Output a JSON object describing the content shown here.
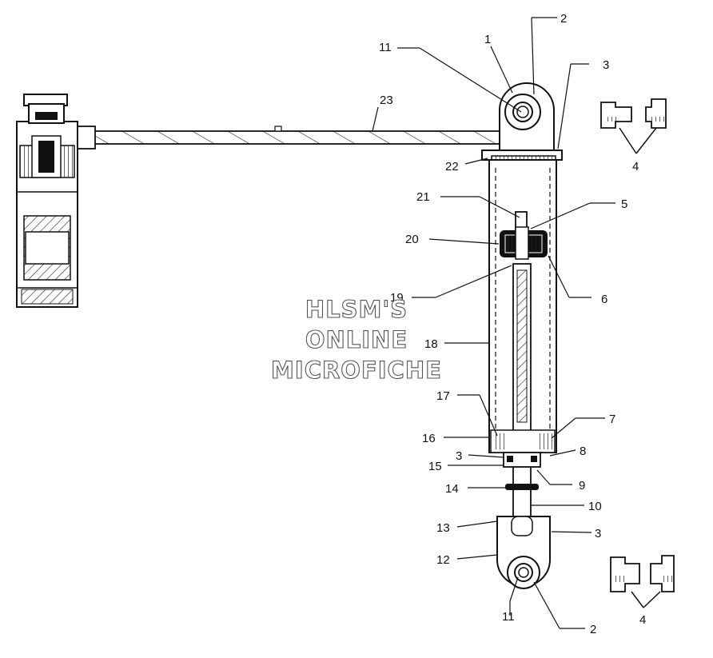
{
  "watermark": {
    "line1": "HLSM'S",
    "line2": "ONLINE",
    "line3": "MICROFICHE"
  },
  "callouts": {
    "c1": "1",
    "c2_top": "2",
    "c2_bottom": "2",
    "c3_top": "3",
    "c3_mid": "3",
    "c3_lower": "3",
    "c4_top": "4",
    "c4_bottom": "4",
    "c5": "5",
    "c6": "6",
    "c7": "7",
    "c8": "8",
    "c9": "9",
    "c10": "10",
    "c11_top": "11",
    "c11_bottom": "11",
    "c12": "12",
    "c13": "13",
    "c14": "14",
    "c15": "15",
    "c16": "16",
    "c17": "17",
    "c18": "18",
    "c19": "19",
    "c20": "20",
    "c21": "21",
    "c22": "22",
    "c23": "23"
  }
}
